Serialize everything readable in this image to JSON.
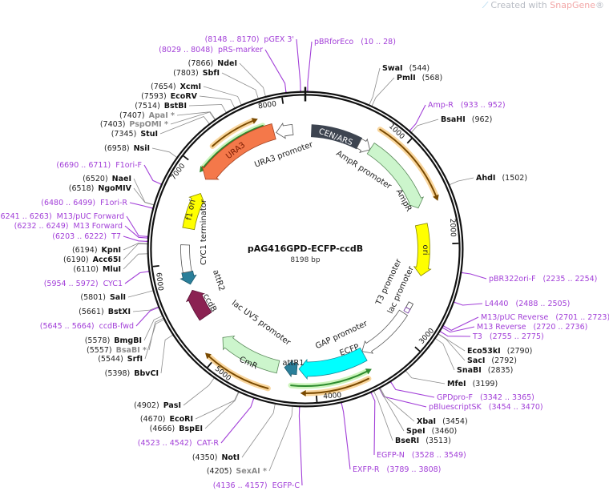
{
  "watermark": {
    "prefix": "Created with ",
    "brand": "SnapGene",
    "suffix": "®"
  },
  "plasmid": {
    "name": "pAG416GPD-ECFP-ccdB",
    "length": "8198 bp"
  },
  "ticks": [
    "1000",
    "2000",
    "3000",
    "4000",
    "5000",
    "6000",
    "7000",
    "8000"
  ],
  "features": [
    {
      "label": "CEN/ARS",
      "color": "#3d4450"
    },
    {
      "label": "AmpR promoter",
      "color": "#ffffff"
    },
    {
      "label": "AmpR",
      "color": "#ccf5cc"
    },
    {
      "label": "ori",
      "color": "#ffff00"
    },
    {
      "label": "T3 promoter",
      "color": "#ffffff"
    },
    {
      "label": "lac promoter",
      "color": "#ffffff"
    },
    {
      "label": "GAP promoter",
      "color": "#ffffff"
    },
    {
      "label": "ECFP",
      "color": "#00ffff"
    },
    {
      "label": "attR1",
      "color": "#2a7f9a"
    },
    {
      "label": "CmR",
      "color": "#ccf5cc"
    },
    {
      "label": "lac UV5 promoter",
      "color": "#ffffff"
    },
    {
      "label": "ccdB",
      "color": "#8b2252"
    },
    {
      "label": "attR2",
      "color": "#2a7f9a"
    },
    {
      "label": "CYC1 terminator",
      "color": "#ffffff"
    },
    {
      "label": "f1 ori",
      "color": "#ffff00"
    },
    {
      "label": "URA3",
      "color": "#f4784a"
    },
    {
      "label": "URA3 promoter",
      "color": "#ffffff"
    }
  ],
  "sites": [
    {
      "name": "pGEX 3'",
      "location": "(8148 .. 8170)",
      "type": "primer"
    },
    {
      "name": "pRS-marker",
      "location": "(8029 .. 8048)",
      "type": "primer"
    },
    {
      "name": "NdeI",
      "location": "(7866)",
      "type": "enzyme"
    },
    {
      "name": "SbfI",
      "location": "(7803)",
      "type": "enzyme"
    },
    {
      "name": "XcmI",
      "location": "(7654)",
      "type": "enzyme"
    },
    {
      "name": "EcoRV",
      "location": "(7593)",
      "type": "enzyme"
    },
    {
      "name": "BstBI",
      "location": "(7514)",
      "type": "enzyme"
    },
    {
      "name": "ApaI *",
      "location": "(7407)",
      "type": "enzyme-nonunique"
    },
    {
      "name": "PspOMI *",
      "location": "(7403)",
      "type": "enzyme-nonunique"
    },
    {
      "name": "StuI",
      "location": "(7345)",
      "type": "enzyme"
    },
    {
      "name": "NsiI",
      "location": "(6958)",
      "type": "enzyme"
    },
    {
      "name": "F1ori-F",
      "location": "(6690 .. 6711)",
      "type": "primer"
    },
    {
      "name": "NaeI",
      "location": "(6520)",
      "type": "enzyme"
    },
    {
      "name": "NgoMIV",
      "location": "(6518)",
      "type": "enzyme"
    },
    {
      "name": "F1ori-R",
      "location": "(6480 .. 6499)",
      "type": "primer"
    },
    {
      "name": "M13/pUC Forward",
      "location": "(6241 .. 6263)",
      "type": "primer"
    },
    {
      "name": "M13 Forward",
      "location": "(6232 .. 6249)",
      "type": "primer"
    },
    {
      "name": "T7",
      "location": "(6203 .. 6222)",
      "type": "primer"
    },
    {
      "name": "KpnI",
      "location": "(6194)",
      "type": "enzyme"
    },
    {
      "name": "Acc65I",
      "location": "(6190)",
      "type": "enzyme"
    },
    {
      "name": "MluI",
      "location": "(6110)",
      "type": "enzyme"
    },
    {
      "name": "CYC1",
      "location": "(5954 .. 5972)",
      "type": "primer"
    },
    {
      "name": "SalI",
      "location": "(5801)",
      "type": "enzyme"
    },
    {
      "name": "BstXI",
      "location": "(5661)",
      "type": "enzyme"
    },
    {
      "name": "ccdB-fwd",
      "location": "(5645 .. 5664)",
      "type": "primer"
    },
    {
      "name": "BmgBI",
      "location": "(5578)",
      "type": "enzyme"
    },
    {
      "name": "BsaBI *",
      "location": "(5557)",
      "type": "enzyme-nonunique"
    },
    {
      "name": "SrfI",
      "location": "(5544)",
      "type": "enzyme"
    },
    {
      "name": "BbvCI",
      "location": "(5398)",
      "type": "enzyme"
    },
    {
      "name": "PasI",
      "location": "(4902)",
      "type": "enzyme"
    },
    {
      "name": "EcoRI",
      "location": "(4670)",
      "type": "enzyme"
    },
    {
      "name": "BspEI",
      "location": "(4666)",
      "type": "enzyme"
    },
    {
      "name": "CAT-R",
      "location": "(4523 .. 4542)",
      "type": "primer"
    },
    {
      "name": "NotI",
      "location": "(4350)",
      "type": "enzyme"
    },
    {
      "name": "SexAI *",
      "location": "(4205)",
      "type": "enzyme-nonunique"
    },
    {
      "name": "EGFP-C",
      "location": "(4136 .. 4157)",
      "type": "primer"
    },
    {
      "name": "pBRforEco",
      "location": "(10 .. 28)",
      "type": "primer"
    },
    {
      "name": "SwaI",
      "location": "(544)",
      "type": "enzyme"
    },
    {
      "name": "PmlI",
      "location": "(568)",
      "type": "enzyme"
    },
    {
      "name": "Amp-R",
      "location": "(933 .. 952)",
      "type": "primer"
    },
    {
      "name": "BsaHI",
      "location": "(962)",
      "type": "enzyme"
    },
    {
      "name": "AhdI",
      "location": "(1502)",
      "type": "enzyme"
    },
    {
      "name": "pBR322ori-F",
      "location": "(2235 .. 2254)",
      "type": "primer"
    },
    {
      "name": "L4440",
      "location": "(2488 .. 2505)",
      "type": "primer"
    },
    {
      "name": "M13/pUC Reverse",
      "location": "(2701 .. 2723)",
      "type": "primer"
    },
    {
      "name": "M13 Reverse",
      "location": "(2720 .. 2736)",
      "type": "primer"
    },
    {
      "name": "T3",
      "location": "(2755 .. 2775)",
      "type": "primer"
    },
    {
      "name": "Eco53kI",
      "location": "(2790)",
      "type": "enzyme"
    },
    {
      "name": "SacI",
      "location": "(2792)",
      "type": "enzyme"
    },
    {
      "name": "SnaBI",
      "location": "(2835)",
      "type": "enzyme"
    },
    {
      "name": "MfeI",
      "location": "(3199)",
      "type": "enzyme"
    },
    {
      "name": "GPDpro-F",
      "location": "(3342 .. 3365)",
      "type": "primer"
    },
    {
      "name": "pBluescriptSK",
      "location": "(3454 .. 3470)",
      "type": "primer"
    },
    {
      "name": "XbaI",
      "location": "(3454)",
      "type": "enzyme"
    },
    {
      "name": "SpeI",
      "location": "(3460)",
      "type": "enzyme"
    },
    {
      "name": "BseRI",
      "location": "(3513)",
      "type": "enzyme"
    },
    {
      "name": "EGFP-N",
      "location": "(3528 .. 3549)",
      "type": "primer"
    },
    {
      "name": "EXFP-R",
      "location": "(3789 .. 3808)",
      "type": "primer"
    }
  ]
}
